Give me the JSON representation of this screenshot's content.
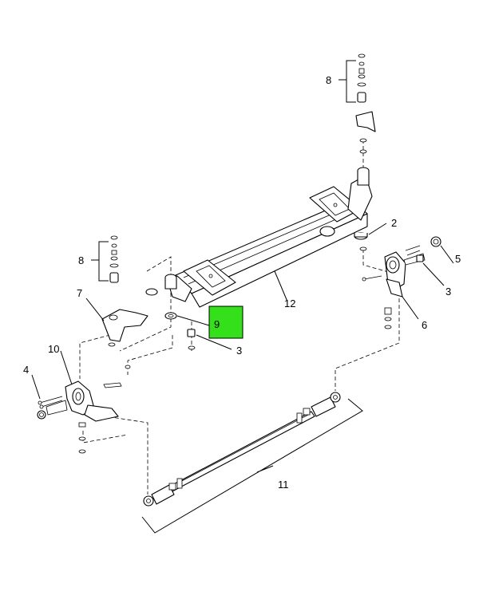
{
  "callouts": {
    "c1": "2",
    "c2": "3",
    "c3": "3",
    "c4": "4",
    "c5": "5",
    "c6": "6",
    "c7": "7",
    "c8a": "8",
    "c8b": "8",
    "c9": "9",
    "c10": "10",
    "c11": "11",
    "c12": "12"
  },
  "highlight": {
    "color": "#33e01a",
    "callout": "9"
  }
}
